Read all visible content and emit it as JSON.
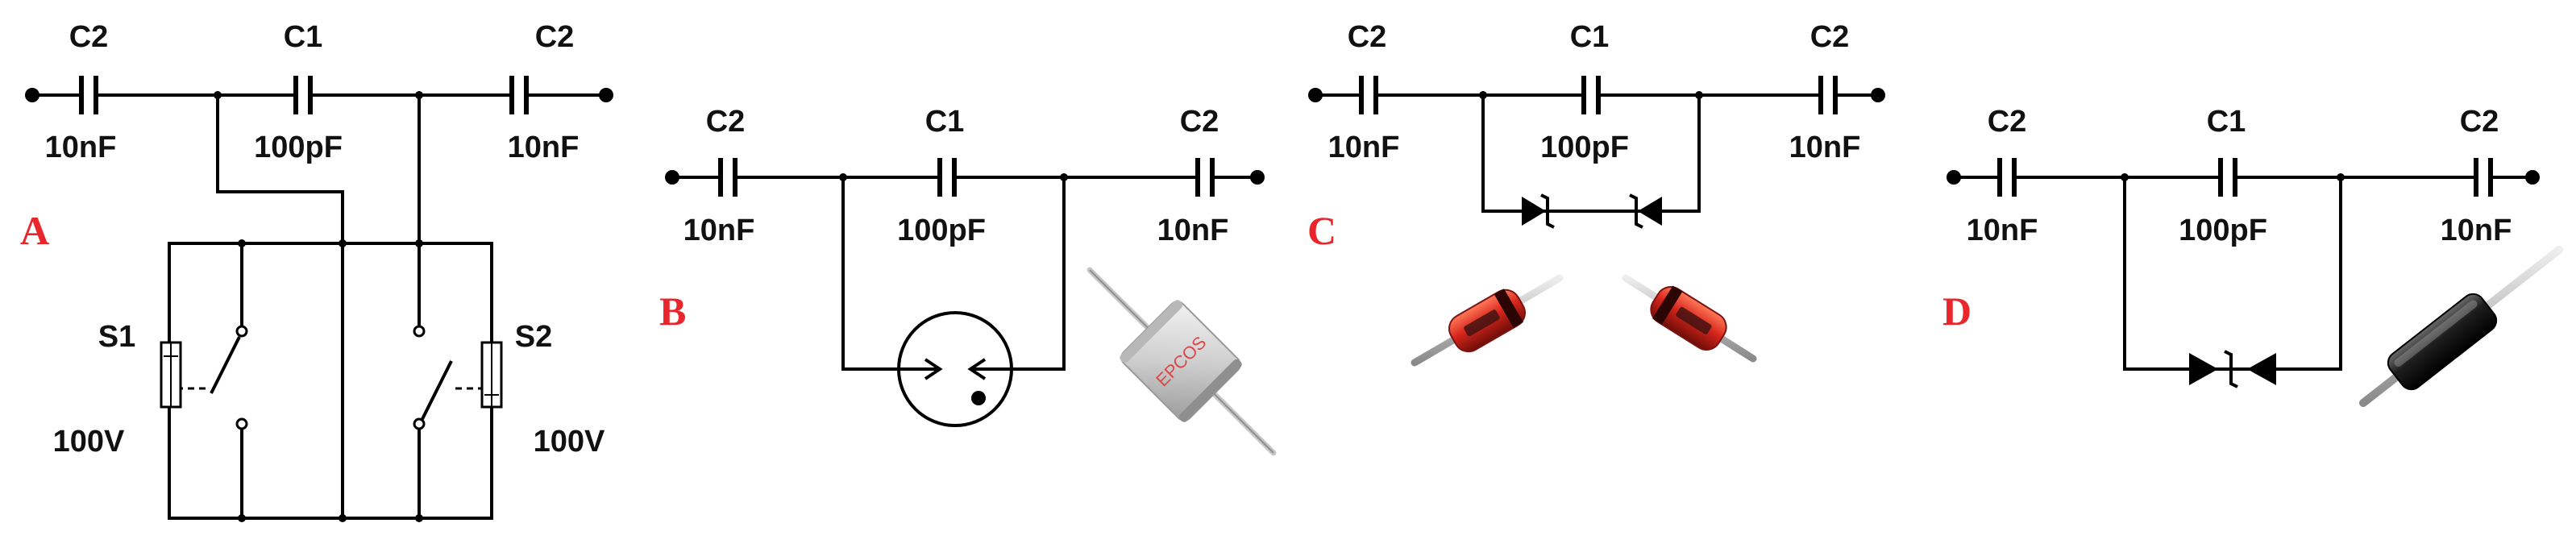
{
  "panels": {
    "A": {
      "letter": "A",
      "c_left": {
        "name": "C2",
        "value": "10nF"
      },
      "c_mid": {
        "name": "C1",
        "value": "100pF"
      },
      "c_right": {
        "name": "C2",
        "value": "10nF"
      },
      "switch_left": {
        "name": "S1",
        "rating": "100V"
      },
      "switch_right": {
        "name": "S2",
        "rating": "100V"
      }
    },
    "B": {
      "letter": "B",
      "c_left": {
        "name": "C2",
        "value": "10nF"
      },
      "c_mid": {
        "name": "C1",
        "value": "100pF"
      },
      "c_right": {
        "name": "C2",
        "value": "10nF"
      },
      "photo_print": "EPCOS"
    },
    "C": {
      "letter": "C",
      "c_left": {
        "name": "C2",
        "value": "10nF"
      },
      "c_mid": {
        "name": "C1",
        "value": "100pF"
      },
      "c_right": {
        "name": "C2",
        "value": "10nF"
      }
    },
    "D": {
      "letter": "D",
      "c_left": {
        "name": "C2",
        "value": "10nF"
      },
      "c_mid": {
        "name": "C1",
        "value": "100pF"
      },
      "c_right": {
        "name": "C2",
        "value": "10nF"
      }
    }
  },
  "colors": {
    "panel_letter": "#e8262b",
    "wire": "#000000",
    "diode_body": "#d8261c",
    "tvs_body": "#1a1a1a",
    "gdt_body": "#d9d9d9"
  }
}
